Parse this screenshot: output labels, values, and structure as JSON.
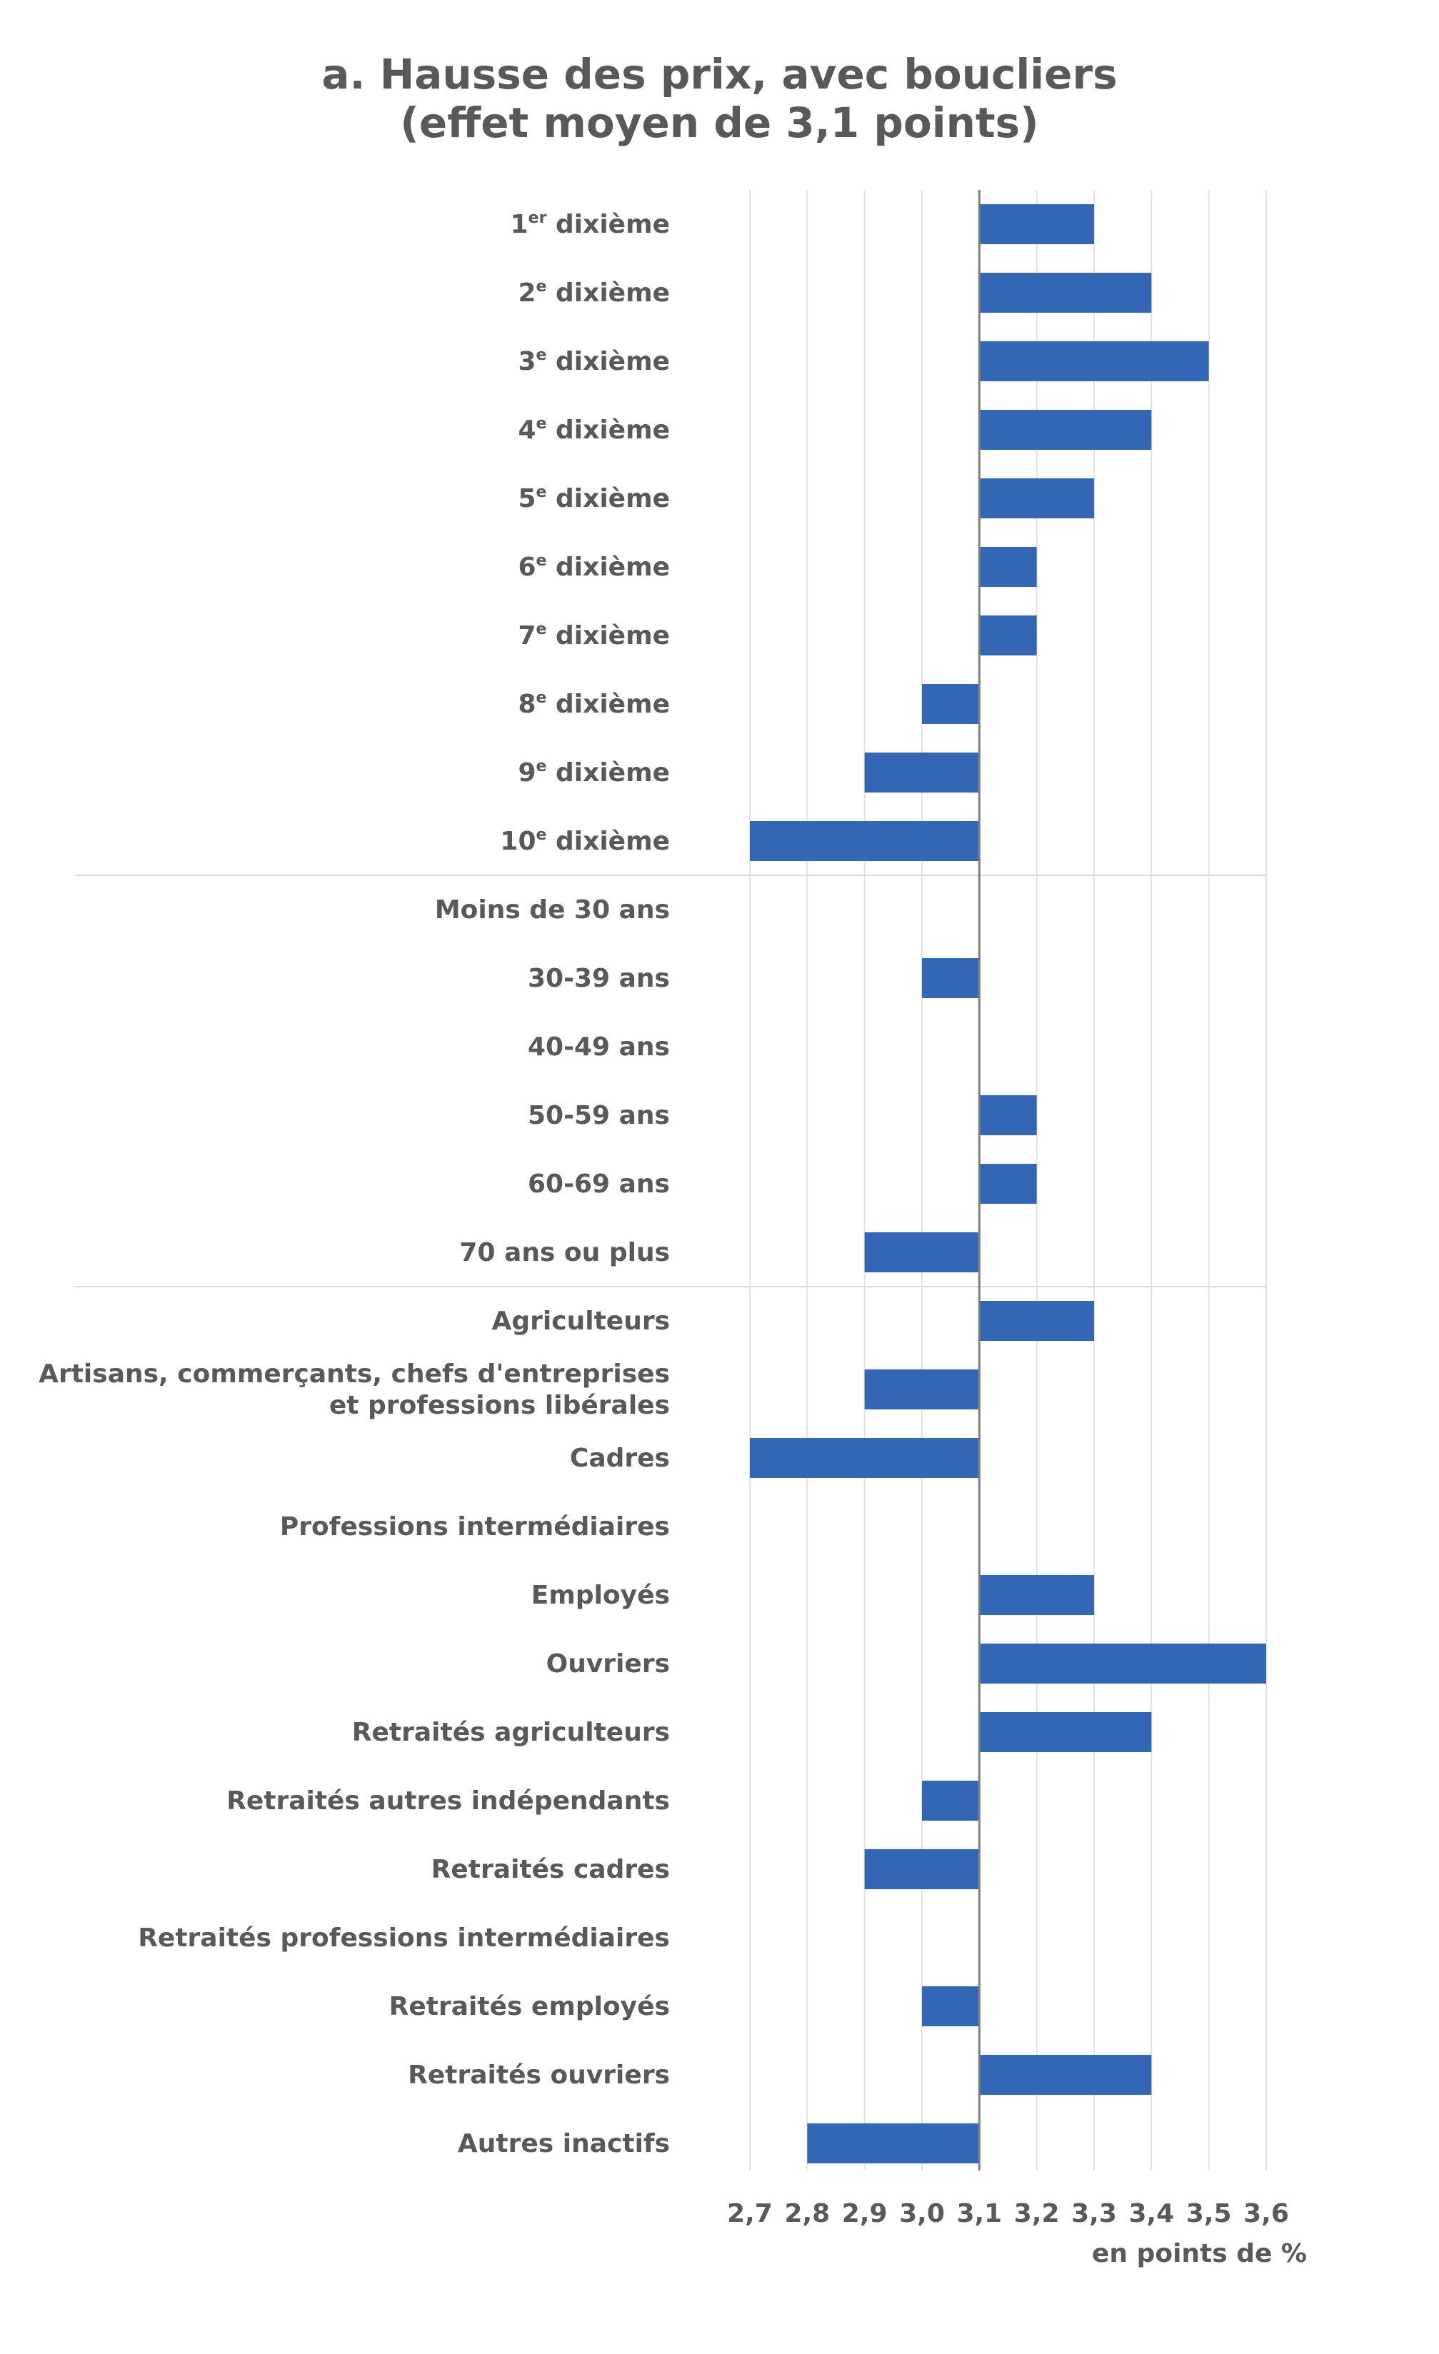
{
  "chart_data": {
    "type": "bar",
    "orientation": "horizontal",
    "title": "a. Hausse des prix, avec boucliers",
    "subtitle": "(effet moyen de 3,1 points)",
    "xlabel": "en points de %",
    "ylabel": "",
    "xlim": [
      2.7,
      3.6
    ],
    "baseline": 3.1,
    "ticks": [
      "2,7",
      "2,8",
      "2,9",
      "3,0",
      "3,1",
      "3,2",
      "3,3",
      "3,4",
      "3,5",
      "3,6"
    ],
    "grid": true,
    "bar_color": "#3366b3",
    "groups": [
      {
        "categories": [
          {
            "label": "1",
            "sup": "er",
            "rest": " dixième",
            "value": 3.3
          },
          {
            "label": "2",
            "sup": "e",
            "rest": " dixième",
            "value": 3.4
          },
          {
            "label": "3",
            "sup": "e",
            "rest": " dixième",
            "value": 3.5
          },
          {
            "label": "4",
            "sup": "e",
            "rest": " dixième",
            "value": 3.4
          },
          {
            "label": "5",
            "sup": "e",
            "rest": " dixième",
            "value": 3.3
          },
          {
            "label": "6",
            "sup": "e",
            "rest": " dixième",
            "value": 3.2
          },
          {
            "label": "7",
            "sup": "e",
            "rest": " dixième",
            "value": 3.2
          },
          {
            "label": "8",
            "sup": "e",
            "rest": " dixième",
            "value": 3.0
          },
          {
            "label": "9",
            "sup": "e",
            "rest": " dixième",
            "value": 2.9
          },
          {
            "label": "10",
            "sup": "e",
            "rest": " dixième",
            "value": 2.7
          }
        ]
      },
      {
        "categories": [
          {
            "label": "Moins de 30 ans",
            "value": 3.1
          },
          {
            "label": "30-39 ans",
            "value": 3.0
          },
          {
            "label": "40-49 ans",
            "value": 3.1
          },
          {
            "label": "50-59 ans",
            "value": 3.2
          },
          {
            "label": "60-69 ans",
            "value": 3.2
          },
          {
            "label": "70 ans ou plus",
            "value": 2.9
          }
        ]
      },
      {
        "categories": [
          {
            "label": "Agriculteurs",
            "value": 3.3
          },
          {
            "label": "Artisans, commerçants, chefs d'entreprises",
            "label2": "et professions libérales",
            "value": 2.9
          },
          {
            "label": "Cadres",
            "value": 2.7
          },
          {
            "label": "Professions intermédiaires",
            "value": 3.1
          },
          {
            "label": "Employés",
            "value": 3.3
          },
          {
            "label": "Ouvriers",
            "value": 3.6
          },
          {
            "label": "Retraités agriculteurs",
            "value": 3.4
          },
          {
            "label": "Retraités autres indépendants",
            "value": 3.0
          },
          {
            "label": "Retraités cadres",
            "value": 2.9
          },
          {
            "label": "Retraités professions intermédiaires",
            "value": 3.1
          },
          {
            "label": "Retraités employés",
            "value": 3.0
          },
          {
            "label": "Retraités ouvriers",
            "value": 3.4
          },
          {
            "label": "Autres inactifs",
            "value": 2.8
          }
        ]
      }
    ]
  }
}
